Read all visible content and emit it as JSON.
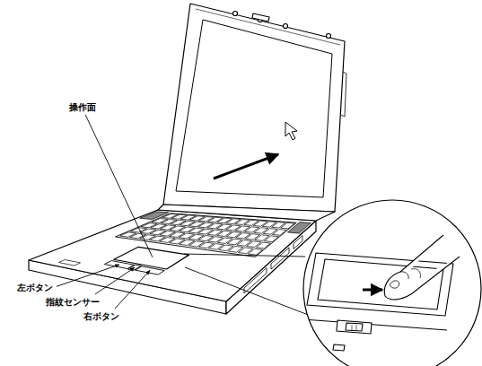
{
  "diagram": {
    "labels": [
      "操作面",
      "左ボタン",
      "指紋センサー",
      "右ボタン"
    ]
  }
}
